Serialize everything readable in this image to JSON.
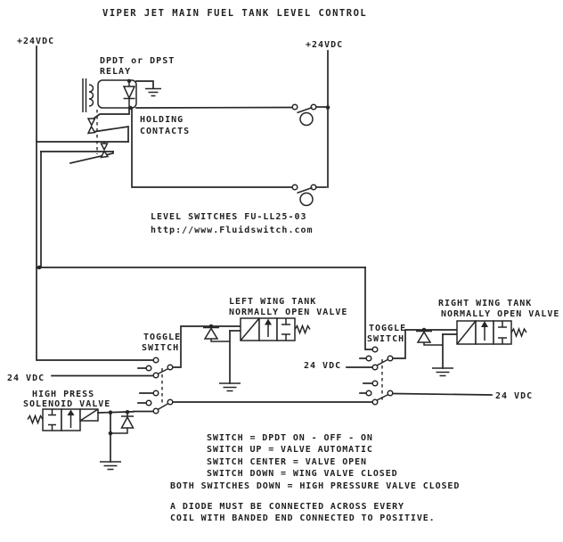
{
  "title": "VIPER JET MAIN FUEL TANK LEVEL CONTROL",
  "labels": {
    "supply_left": "+24VDC",
    "supply_right": "+24VDC",
    "relay_line1": "DPDT or DPST",
    "relay_line2": "RELAY",
    "holding_line1": "HOLDING",
    "holding_line2": "CONTACTS",
    "level_switches": "LEVEL SWITCHES FU-LL25-03",
    "url": "http://www.Fluidswitch.com",
    "left_tank_line1": "LEFT WING TANK",
    "left_tank_line2": "NORMALLY OPEN VALVE",
    "right_tank_line1": "RIGHT WING TANK",
    "right_tank_line2": "NORMALLY OPEN VALVE",
    "toggle_left_line1": "TOGGLE",
    "toggle_left_line2": "SWITCH",
    "toggle_right_line1": "TOGGLE",
    "toggle_right_line2": "SWITCH",
    "vdc_left": "24 VDC",
    "vdc_mid": "24 VDC",
    "vdc_right": "24 VDC",
    "hp_line1": "HIGH PRESS",
    "hp_line2": "SOLENOID VALVE"
  },
  "notes": [
    "SWITCH = DPDT ON - OFF - ON",
    "SWITCH UP = VALVE AUTOMATIC",
    "SWITCH CENTER = VALVE OPEN",
    "SWITCH DOWN = WING VALVE CLOSED",
    "BOTH SWITCHES DOWN = HIGH PRESSURE VALVE CLOSED",
    "A DIODE MUST BE CONNECTED ACROSS EVERY",
    "COIL WITH BANDED END CONNECTED TO POSITIVE."
  ],
  "colors": {
    "line": "#262626",
    "background": "#ffffff"
  }
}
